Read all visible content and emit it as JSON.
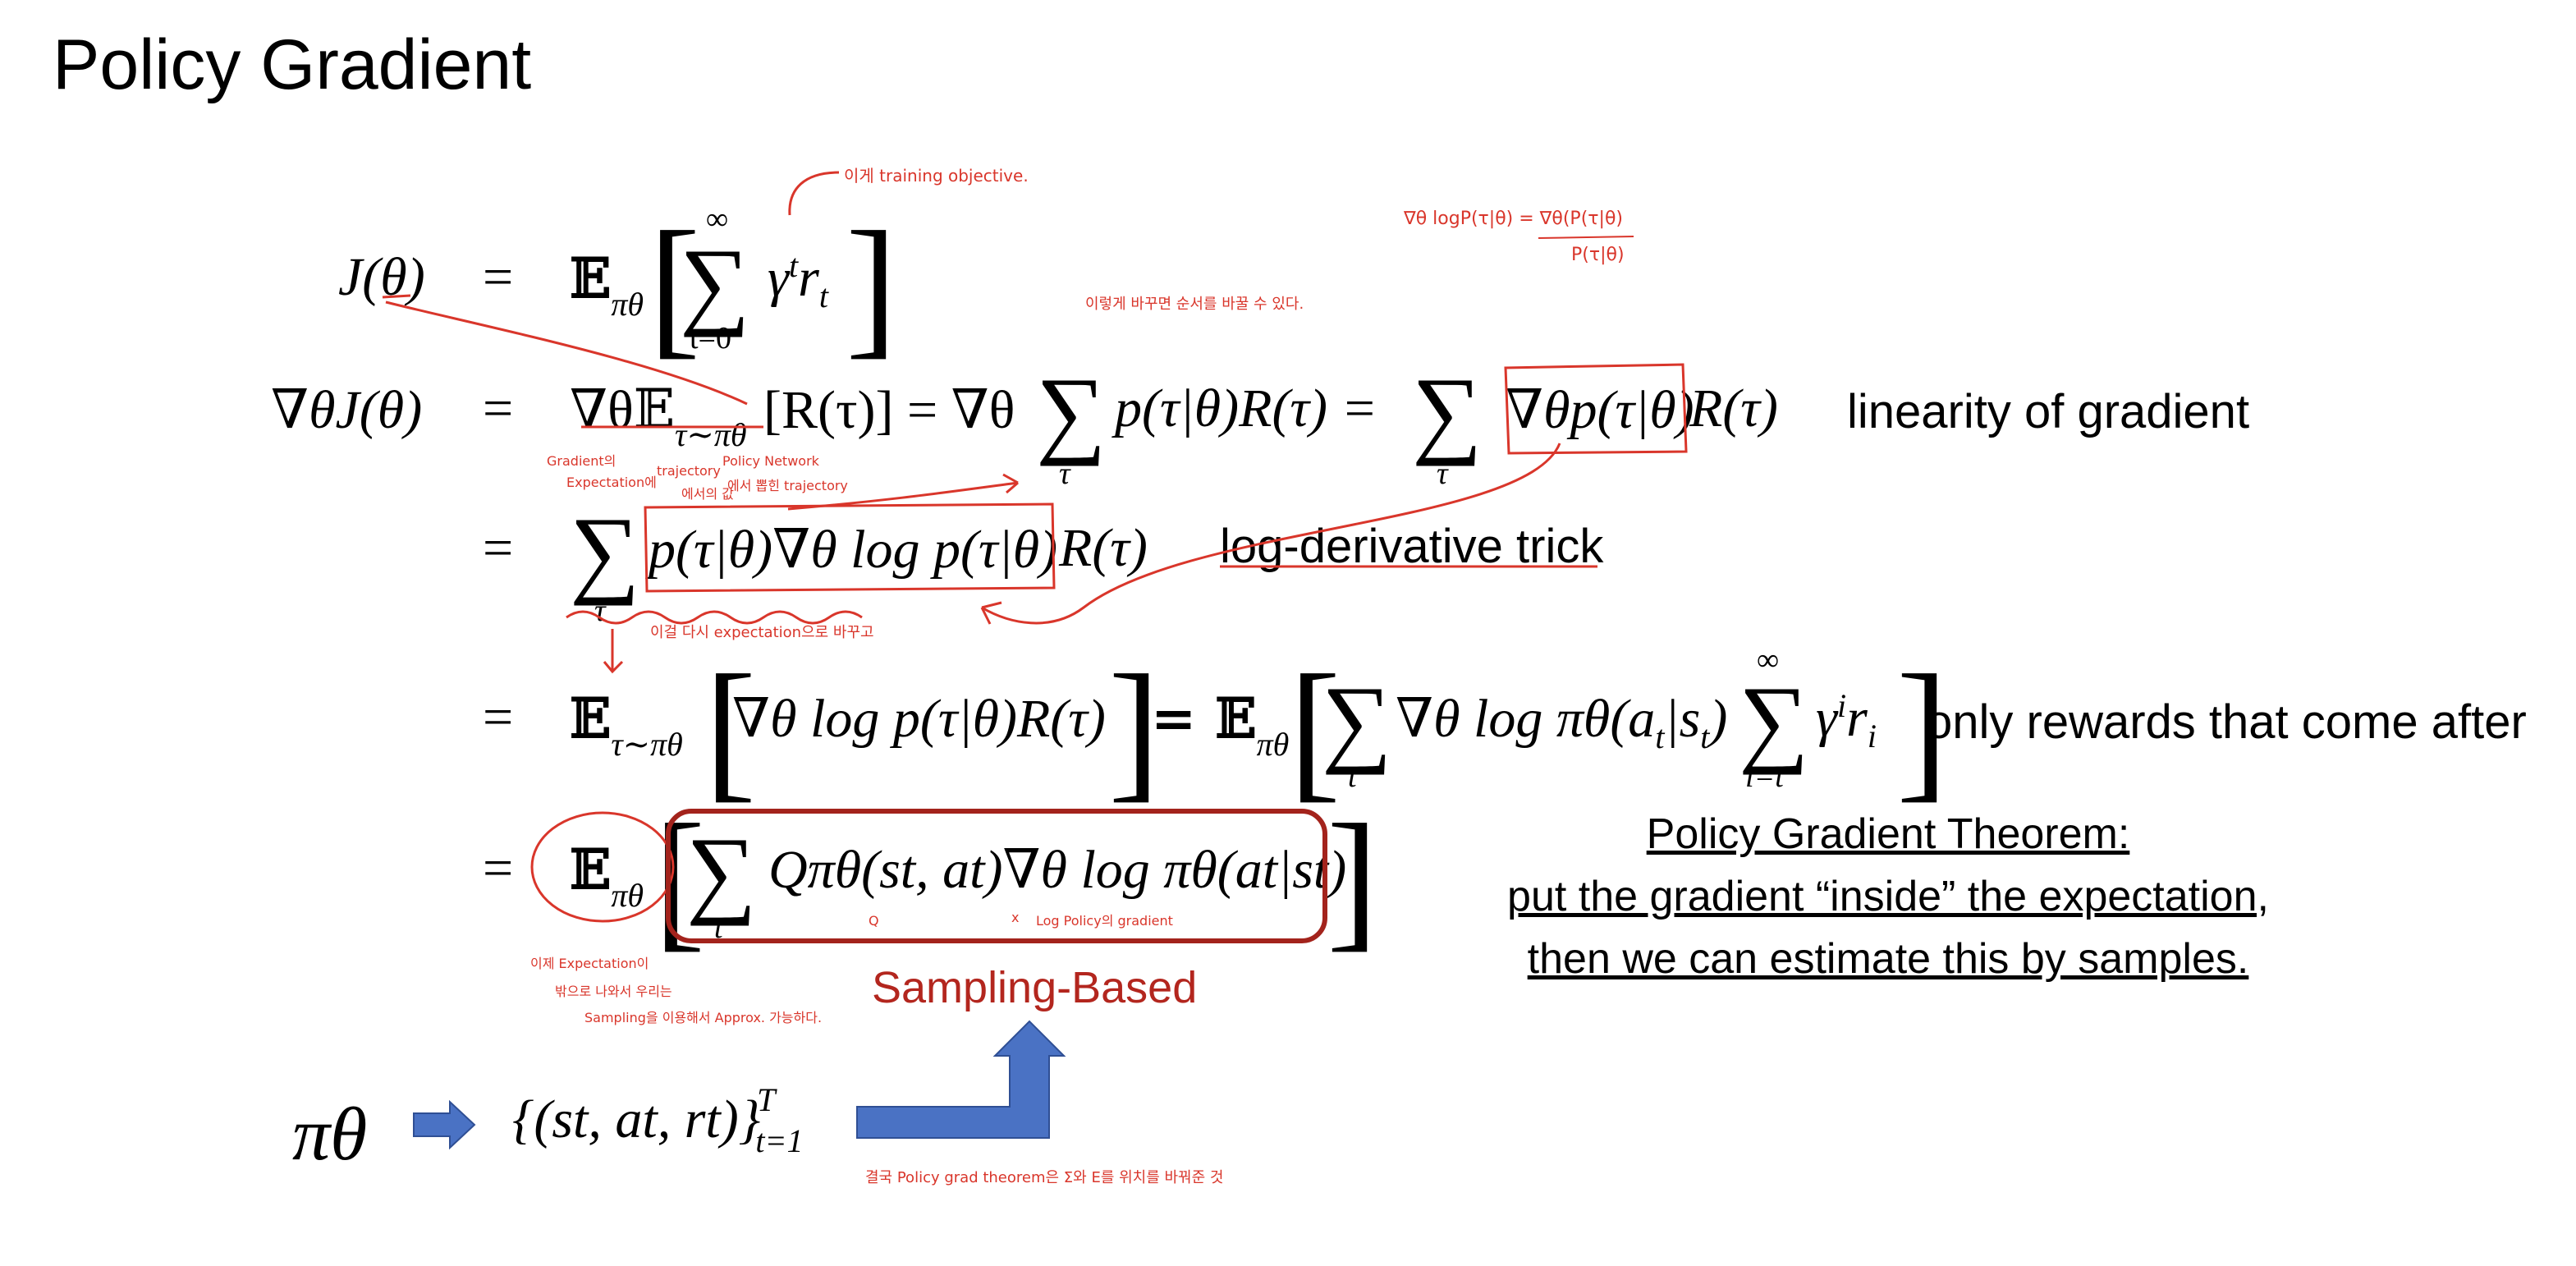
{
  "title": "Policy Gradient",
  "eq1": {
    "lhs": "J(θ)",
    "eq": "=",
    "E": "𝔼",
    "Esub": "πθ",
    "sum_top": "∞",
    "sum_bot": "t=0",
    "body": "γ",
    "sup": "t",
    "tail": "r",
    "tail_sub": "t"
  },
  "eq2": {
    "lhs": "∇θJ(θ)",
    "eq": "=",
    "part1": "∇θ𝔼",
    "part1_sub": "τ∼πθ",
    "part2": "[R(τ)] = ∇θ",
    "sum_bot": "τ",
    "part3": "p(τ|θ)R(τ) =",
    "sum_bot2": "τ",
    "boxed": "∇θp(τ|θ)",
    "part4": "R(τ)",
    "note": "linearity of gradient"
  },
  "eq3": {
    "eq": "=",
    "sum_bot": "τ",
    "boxed": "p(τ|θ)∇θ log p(τ|θ)",
    "tail": "R(τ)",
    "note": "log-derivative trick"
  },
  "eq4": {
    "eq": "=",
    "E": "𝔼",
    "Esub": "τ∼πθ",
    "inner": "∇θ log p(τ|θ)R(τ)",
    "eq2": "= 𝔼",
    "Esub2": "πθ",
    "sum_bot": "t",
    "mid": "∇θ log πθ(a",
    "mid_sub": "t",
    "mid2": "|s",
    "mid2_sub": "t",
    "mid3": ")",
    "sum2_top": "∞",
    "sum2_bot": "i=t",
    "gamma": "γ",
    "gamma_sup": "i",
    "r": "r",
    "r_sub": "i",
    "note": "only rewards that come after"
  },
  "eq5": {
    "eq": "=",
    "E": "𝔼",
    "Esub": "πθ",
    "sum_bot": "t",
    "inner": "Qπθ(st, at)∇θ log πθ(at|st)"
  },
  "sampling": "Sampling-Based",
  "theorem": [
    "Policy Gradient Theorem:",
    "put the gradient “inside” the expectation,",
    "then we can estimate this by samples."
  ],
  "bottom": {
    "pi": "πθ",
    "set": "{(st, at, rt)}",
    "set_sup": "T",
    "set_sub": "t=1"
  },
  "handwriting": {
    "h1": "이게 training objective.",
    "h2": "∇θ logP(τ|θ) = ∇θ(P(τ|θ)",
    "h2b": "P(τ|θ)",
    "h3": "이렇게 바꾸면   순서를 바꿀 수 있다.",
    "h4a": "Gradient의",
    "h4b": "Expectation에",
    "h5a": "trajectory",
    "h5b": "에서의 값",
    "h6a": "Policy Network",
    "h6b": "에서 뽑힌 trajectory",
    "h7": "이걸 다시 expectation으로 바꾸고",
    "h8a": "이제 Expectation이",
    "h8b": "밖으로 나와서 우리는",
    "h8c": "Sampling을 이용해서 Approx. 가능하다.",
    "h9a": "Q",
    "h9b": "x",
    "h9c": "Log Policy의 gradient",
    "h10": "결국 Policy grad theorem은 Σ와 E를 위치를 바꿔준 것"
  },
  "colors": {
    "ink": "#d9362b",
    "box": "#a3231c",
    "arrow": "#4a72c4",
    "arrow_stroke": "#2f4f94"
  }
}
